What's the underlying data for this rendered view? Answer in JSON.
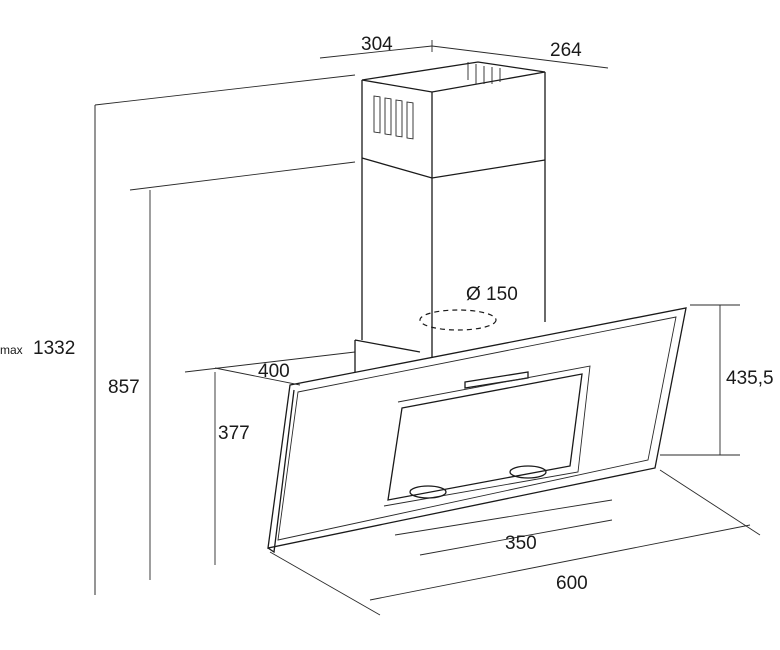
{
  "dimensions": {
    "chimney_width": "304",
    "chimney_depth": "264",
    "max_height_prefix": "max",
    "max_height_value": "1332",
    "min_height": "857",
    "hood_depth": "400",
    "hood_front_height": "377",
    "hood_side_height": "435,5",
    "duct_diameter": "Ø 150",
    "panel_width": "350",
    "total_width": "600"
  }
}
